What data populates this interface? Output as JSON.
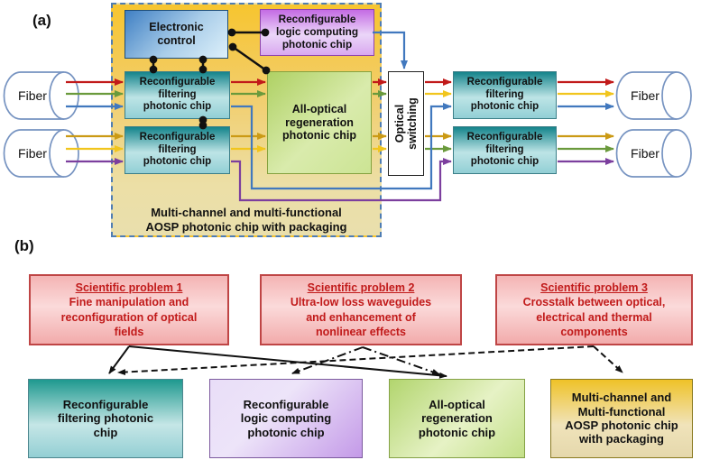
{
  "panel_a": {
    "label": "(a)",
    "fibers": [
      "Fiber",
      "Fiber",
      "Fiber",
      "Fiber"
    ],
    "electronic_control": [
      "Electronic",
      "control"
    ],
    "logic_chip": [
      "Reconfigurable",
      "logic computing",
      "photonic chip"
    ],
    "filter_chip_in_1": [
      "Reconfigurable",
      "filtering",
      "photonic chip"
    ],
    "filter_chip_in_2": [
      "Reconfigurable",
      "filtering",
      "photonic chip"
    ],
    "regen_chip": [
      "All-optical",
      "regeneration",
      "photonic chip"
    ],
    "optical_switching": [
      "Optical",
      "switching"
    ],
    "filter_chip_out_1": [
      "Reconfigurable",
      "filtering",
      "photonic chip"
    ],
    "filter_chip_out_2": [
      "Reconfigurable",
      "filtering",
      "photonic chip"
    ],
    "package_caption": [
      "Multi-channel and multi-functional",
      "AOSP photonic chip with packaging"
    ]
  },
  "panel_b": {
    "label": "(b)",
    "problems": [
      {
        "title": "Scientific problem 1",
        "body": [
          "Fine manipulation and",
          "reconfiguration of optical",
          "fields"
        ]
      },
      {
        "title": "Scientific problem 2",
        "body": [
          "Ultra-low loss waveguides",
          "and enhancement of",
          "nonlinear effects"
        ]
      },
      {
        "title": "Scientific problem 3",
        "body": [
          "Crosstalk between optical,",
          "electrical and thermal",
          "components"
        ]
      }
    ],
    "chips": [
      {
        "label": [
          "Reconfigurable",
          "filtering photonic",
          "chip"
        ]
      },
      {
        "label": [
          "Reconfigurable",
          "logic computing",
          "photonic chip"
        ]
      },
      {
        "label": [
          "All-optical",
          "regeneration",
          "photonic chip"
        ]
      },
      {
        "label": [
          "Multi-channel and",
          "Multi-functional",
          "AOSP photonic chip",
          "with packaging"
        ]
      }
    ]
  },
  "colors": {
    "red": "#C11A1A",
    "green": "#6A9A3C",
    "blue": "#4178BE",
    "mustard": "#CB9A15",
    "yellow": "#F1C51D",
    "purple": "#7C3F9E",
    "black": "#111111",
    "package_border": "#4F7DB3",
    "problem_text": "#C11A1A"
  }
}
